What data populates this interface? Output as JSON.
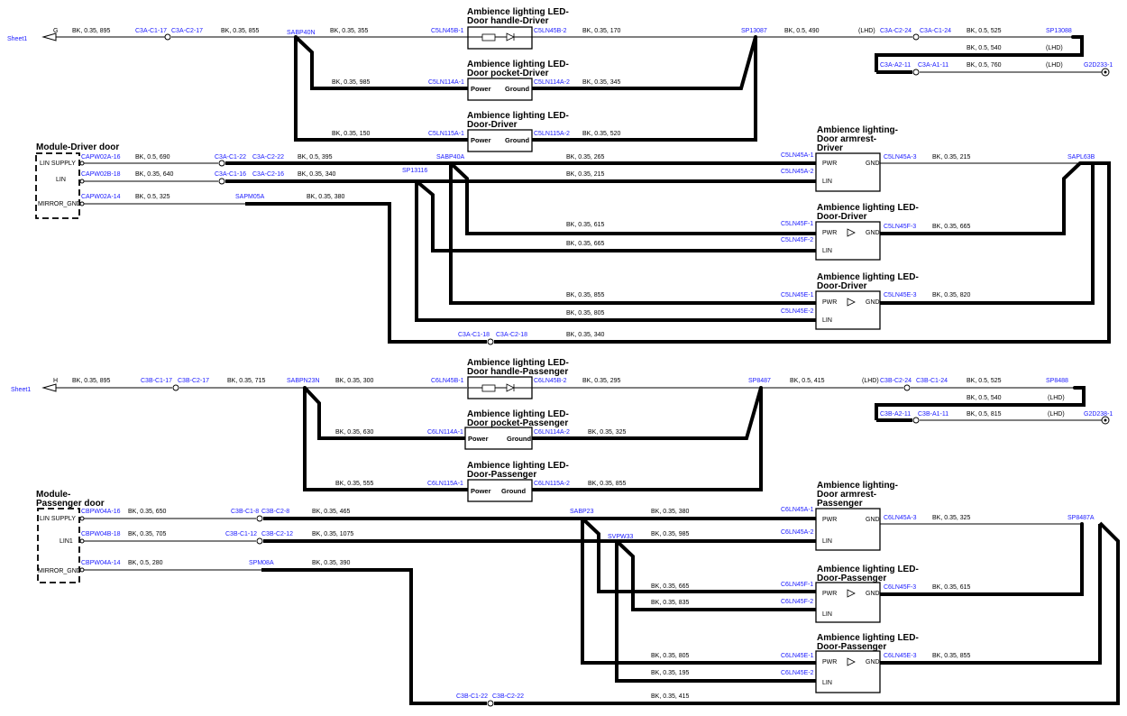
{
  "sheet_ref": "Sheet1",
  "driver": {
    "net_in": "G",
    "top_wire": {
      "w1": "BK, 0.35, 895",
      "c1": "C3A-C1-17",
      "c2": "C3A-C2-17",
      "w2": "BK, 0.35, 855",
      "splice": "SABP40N",
      "w3": "BK, 0.35, 355"
    },
    "handle": {
      "title1": "Ambience lighting LED-",
      "title2": "Door handle-Driver",
      "pin_in": "C5LN45B-1",
      "pin_out": "C5LN45B-2",
      "w_out": "BK, 0.35, 170"
    },
    "sp_right": "SP13087",
    "right_wire": {
      "w1": "BK, 0.5, 490",
      "lhd": "(LHD)",
      "c1": "C3A-C2-24",
      "c2": "C3A-C1-24",
      "w2": "BK, 0.5, 525",
      "sp_end": "SP13088",
      "w3": "BK, 0.5, 540",
      "lhd2": "(LHD)",
      "c3": "C3A-A2-11",
      "c4": "C3A-A1-11",
      "w4": "BK, 0.5, 760",
      "lhd3": "(LHD)",
      "ground": "G2D233-1"
    },
    "pocket": {
      "title1": "Ambience lighting LED-",
      "title2": "Door pocket-Driver",
      "w_in": "BK, 0.35, 985",
      "pin_in": "C5LN114A-1",
      "power": "Power",
      "ground": "Ground",
      "pin_out": "C5LN114A-2",
      "w_out": "BK, 0.35, 345"
    },
    "door": {
      "title1": "Ambience lighting LED-",
      "title2": "Door-Driver",
      "w_in": "BK, 0.35, 150",
      "pin_in": "C5LN115A-1",
      "power": "Power",
      "ground": "Ground",
      "pin_out": "C5LN115A-2",
      "w_out": "BK, 0.35, 520"
    },
    "module": {
      "title": "Module-Driver door",
      "pins": [
        "LIN SUPPLY",
        "LIN",
        "MIRROR_GND"
      ],
      "cap1": "CAPW02A-16",
      "cap2": "CAPW02B-18",
      "cap3": "CAPW02A-14"
    },
    "lin_supply": {
      "w1": "BK, 0.5, 690",
      "c1": "C3A-C1-22",
      "c2": "C3A-C2-22",
      "w2": "BK, 0.5, 395",
      "splice": "SABP40A",
      "w3": "BK, 0.35, 265"
    },
    "lin": {
      "w1": "BK, 0.35, 640",
      "c1": "C3A-C1-16",
      "c2": "C3A-C2-16",
      "w2": "BK, 0.35, 340",
      "splice": "SP13116",
      "w3": "BK, 0.35, 215"
    },
    "mirror": {
      "w1": "BK, 0.5, 325",
      "splice": "SAPM05A",
      "w2": "BK, 0.35, 380",
      "c1": "C3A-C1-18",
      "c2": "C3A-C2-18",
      "w3": "BK, 0.35, 340"
    },
    "armrest": {
      "title1": "Ambience lighting-",
      "title2": "Door armrest-",
      "title3": "Driver",
      "pin1": "C5LN45A-1",
      "pin2": "C5LN45A-2",
      "pin3": "C5LN45A-3",
      "w_out": "BK, 0.35, 215",
      "pwr": "PWR",
      "gnd": "GND",
      "lin": "LIN"
    },
    "sp_gnd": "SAPL63B",
    "led_f": {
      "title1": "Ambience lighting LED-",
      "title2": "Door-Driver",
      "w1": "BK, 0.35, 615",
      "w2": "BK, 0.35, 665",
      "pin1": "C5LN45F-1",
      "pin2": "C5LN45F-2",
      "pin3": "C5LN45F-3",
      "w_out": "BK, 0.35, 665",
      "pwr": "PWR",
      "gnd": "GND",
      "lin": "LIN"
    },
    "led_e": {
      "title1": "Ambience lighting LED-",
      "title2": "Door-Driver",
      "w1": "BK, 0.35, 855",
      "w2": "BK, 0.35, 805",
      "pin1": "C5LN45E-1",
      "pin2": "C5LN45E-2",
      "pin3": "C5LN45E-3",
      "w_out": "BK, 0.35, 820",
      "pwr": "PWR",
      "gnd": "GND",
      "lin": "LIN"
    }
  },
  "passenger": {
    "net_in": "H",
    "top_wire": {
      "w1": "BK, 0.35, 895",
      "c1": "C3B-C1-17",
      "c2": "C3B-C2-17",
      "w2": "BK, 0.35, 715",
      "splice": "SABPN23N",
      "w3": "BK, 0.35, 300"
    },
    "handle": {
      "title1": "Ambience lighting LED-",
      "title2": "Door handle-Passenger",
      "pin_in": "C6LN45B-1",
      "pin_out": "C6LN45B-2",
      "w_out": "BK, 0.35, 295"
    },
    "sp_right": "SP8487",
    "right_wire": {
      "w1": "BK, 0.5, 415",
      "lhd": "(LHD)",
      "c1": "C3B-C2-24",
      "c2": "C3B-C1-24",
      "w2": "BK, 0.5, 525",
      "sp_end": "SP8488",
      "w3": "BK, 0.5, 540",
      "lhd2": "(LHD)",
      "c3": "C3B-A2-11",
      "c4": "C3B-A1-11",
      "w4": "BK, 0.5, 815",
      "lhd3": "(LHD)",
      "ground": "G2D238-1"
    },
    "pocket": {
      "title1": "Ambience lighting LED-",
      "title2": "Door pocket-Passenger",
      "w_in": "BK, 0.35, 630",
      "pin_in": "C6LN114A-1",
      "power": "Power",
      "ground": "Ground",
      "pin_out": "C6LN114A-2",
      "w_out": "BK, 0.35, 325"
    },
    "door": {
      "title1": "Ambience lighting LED-",
      "title2": "Door-Passenger",
      "w_in": "BK, 0.35, 555",
      "pin_in": "C6LN115A-1",
      "power": "Power",
      "ground": "Ground",
      "pin_out": "C6LN115A-2",
      "w_out": "BK, 0.35, 855"
    },
    "module": {
      "title1": "Module-",
      "title2": "Passenger door",
      "pins": [
        "LIN SUPPLY",
        "LIN1",
        "MIRROR_GND"
      ],
      "cap1": "CBPW04A-16",
      "cap2": "CBPW04B-18",
      "cap3": "CBPW04A-14"
    },
    "lin_supply": {
      "w1": "BK, 0.35, 650",
      "c1": "C3B-C1-8",
      "c2": "C3B-C2-8",
      "w2": "BK, 0.35, 465",
      "splice": "SABP23",
      "w3": "BK, 0.35, 380"
    },
    "lin": {
      "w1": "BK, 0.35, 705",
      "c1": "C3B-C1-12",
      "c2": "C3B-C2-12",
      "w2": "BK, 0.35, 1075",
      "splice": "SVPW33",
      "w3": "BK, 0.35, 985"
    },
    "mirror": {
      "w1": "BK, 0.5, 280",
      "splice": "SPM08A",
      "w2": "BK, 0.35, 390",
      "c1": "C3B-C1-22",
      "c2": "C3B-C2-22",
      "w3": "BK, 0.35, 415"
    },
    "armrest": {
      "title1": "Ambience lighting-",
      "title2": "Door armrest-",
      "title3": "Passenger",
      "pin1": "C6LN45A-1",
      "pin2": "C6LN45A-2",
      "pin3": "C6LN45A-3",
      "w_out": "BK, 0.35, 325",
      "pwr": "PWR",
      "gnd": "GND",
      "lin": "LIN"
    },
    "sp_gnd": "SP8487A",
    "led_f": {
      "title1": "Ambience lighting LED-",
      "title2": "Door-Passenger",
      "w1": "BK, 0.35, 665",
      "w2": "BK, 0.35, 835",
      "pin1": "C6LN45F-1",
      "pin2": "C6LN45F-2",
      "pin3": "C6LN45F-3",
      "w_out": "BK, 0.35, 615",
      "pwr": "PWR",
      "gnd": "GND",
      "lin": "LIN"
    },
    "led_e": {
      "title1": "Ambience lighting LED-",
      "title2": "Door-Passenger",
      "w1": "BK, 0.35, 805",
      "w2": "BK, 0.35, 195",
      "pin1": "C6LN45E-1",
      "pin2": "C6LN45E-2",
      "pin3": "C6LN45E-3",
      "w_out": "BK, 0.35, 855",
      "pwr": "PWR",
      "gnd": "GND",
      "lin": "LIN"
    }
  }
}
